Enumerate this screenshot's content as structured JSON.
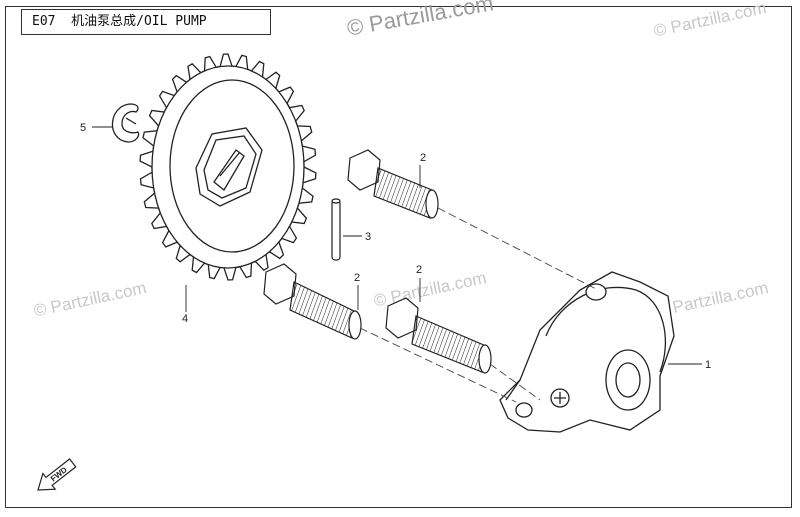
{
  "header": {
    "code": "E07",
    "title_cn": "机油泵总成",
    "separator": "/",
    "title_en": "OIL PUMP"
  },
  "watermarks": {
    "main": "© Partzilla.com",
    "secondary": "© Partzilla.com"
  },
  "callouts": {
    "part1": "1",
    "part2a": "2",
    "part2b": "2",
    "part2c": "2",
    "part3": "3",
    "part4": "4",
    "part5": "5"
  },
  "fwd": "FWD",
  "colors": {
    "line": "#222222",
    "frame": "#333333",
    "watermark": "#c8c8c8"
  }
}
